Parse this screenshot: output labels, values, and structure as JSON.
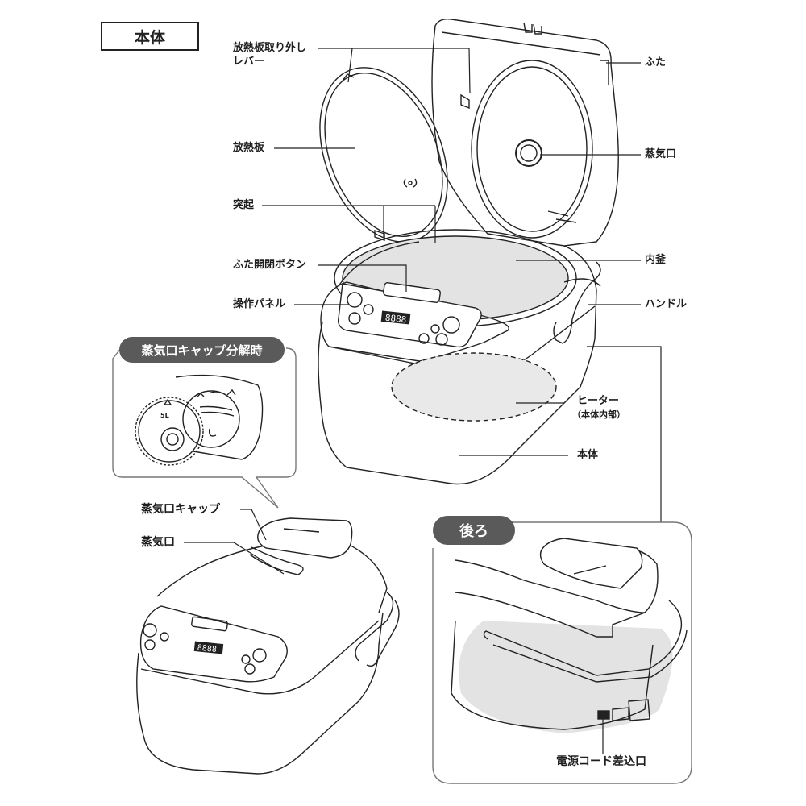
{
  "section_title": "本体",
  "main_unit_labels": {
    "heat_plate_lever_line1": "放熱板取り外し",
    "heat_plate_lever_line2": "レバー",
    "heat_plate": "放熱板",
    "protrusion": "突起",
    "lid_open_button": "ふた開閉ボタン",
    "control_panel": "操作パネル",
    "lid": "ふた",
    "steam_vent": "蒸気口",
    "inner_pot": "内釜",
    "handle": "ハンドル",
    "heater": "ヒーター",
    "heater_note": "（本体内部）",
    "body": "本体"
  },
  "steam_cap_detail": {
    "badge": "蒸気口キャップ分解時",
    "cap_marking": "5L"
  },
  "closed_unit_labels": {
    "steam_vent_cap": "蒸気口キャップ",
    "steam_vent": "蒸気口"
  },
  "back_view": {
    "badge": "後ろ",
    "power_cord_inlet": "電源コード差込口"
  },
  "display": {
    "digits": "8888"
  },
  "colors": {
    "badge_bg": "#5a5a5a",
    "shade_gray": "#e3e3e3",
    "line": "#222222"
  }
}
